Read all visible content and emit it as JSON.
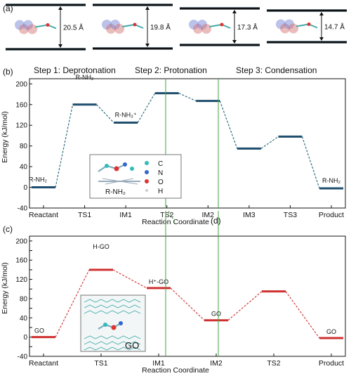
{
  "panel_a": {
    "label": "(a)",
    "distances": [
      "20.5 Å",
      "19.8 Å",
      "17.3 Å",
      "14.7 Å"
    ]
  },
  "legend_atoms": [
    "C",
    "N",
    "O",
    "H"
  ],
  "inset_b_label": "R-NH₂",
  "inset_c_label": "GO",
  "panel_d_label": "(d)",
  "chart_data": [
    {
      "type": "line",
      "panel": "(b)",
      "title": "",
      "step_labels": [
        "Step 1: Deprotonation",
        "Step 2: Protonation",
        "Step 3: Condensation"
      ],
      "xlabel": "Reaction Coordinate",
      "ylabel": "Energy (kJ/mol)",
      "ylim": [
        -40,
        210
      ],
      "yticks": [
        -40,
        0,
        40,
        80,
        120,
        160,
        200
      ],
      "categories": [
        "Reactant",
        "TS1",
        "IM1",
        "TS2",
        "IM2",
        "IM3",
        "TS3",
        "Product"
      ],
      "series": [
        {
          "values": [
            0,
            160,
            125,
            182,
            167,
            75,
            98,
            -2
          ]
        }
      ],
      "annotations": [
        "R-NH₂",
        "R-NH₂",
        "R-NH₃⁺",
        "R-NH₂"
      ],
      "line_color": "#1f4e6e"
    },
    {
      "type": "line",
      "panel": "(c)",
      "title": "",
      "xlabel": "Reaction Coordinate",
      "ylabel": "Energy (kJ/mol)",
      "ylim": [
        -40,
        210
      ],
      "yticks": [
        -40,
        -20,
        0,
        20,
        40,
        60,
        80,
        100,
        120,
        140,
        160,
        180,
        200
      ],
      "ytick_labels": [
        "-40",
        "",
        "0",
        "",
        "40",
        "",
        "80",
        "",
        "120",
        "",
        "160",
        "",
        "200"
      ],
      "categories": [
        "Reactant",
        "TS1",
        "IM1",
        "IM2",
        "TS2",
        "Product"
      ],
      "series": [
        {
          "values": [
            0,
            140,
            102,
            35,
            95,
            -2
          ]
        }
      ],
      "annotations": [
        "GO",
        "H-GO",
        "H⁺-GO",
        "GO",
        "GO"
      ],
      "line_color": "#d03030"
    }
  ]
}
